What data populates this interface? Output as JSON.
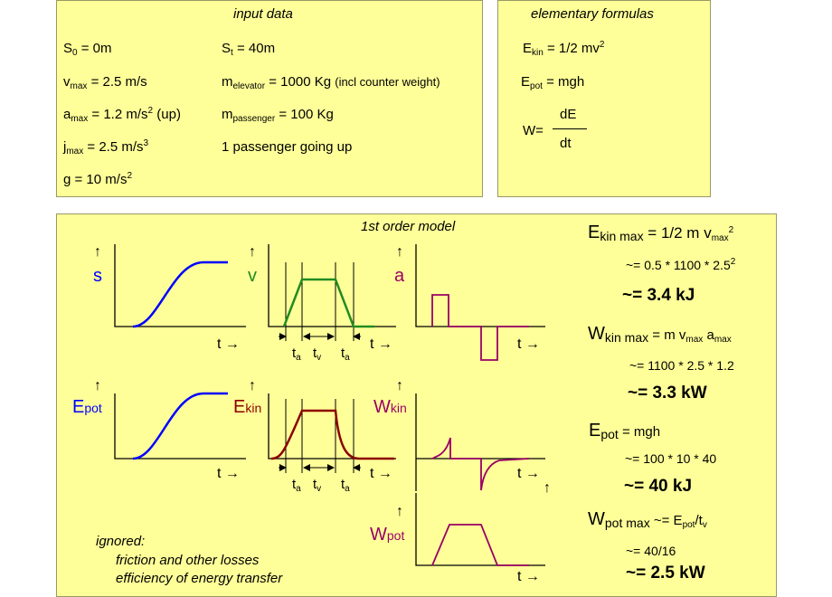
{
  "input_box": {
    "title": "input data",
    "s0": "S",
    "s0_sub": "0",
    "s0_val": " = 0m",
    "st": "S",
    "st_sub": "t",
    "st_val": " = 40m",
    "vmax": "v",
    "vmax_sub": "max",
    "vmax_val": " =  2.5 m/s",
    "melev": "m",
    "melev_sub": "elevator",
    "melev_val": " = 1000 Kg ",
    "melev_note": "(incl counter weight)",
    "amax": "a",
    "amax_sub": "max",
    "amax_val": " = 1.2 m/s",
    "amax_sup": "2",
    "amax_note": " (up)",
    "mpass": "m",
    "mpass_sub": "passenger",
    "mpass_val": " = 100 Kg",
    "jmax": "j",
    "jmax_sub": "max",
    "jmax_val": " = 2.5 m/s",
    "jmax_sup": "3",
    "passenger_note": "1 passenger going up",
    "g": "g = 10 m/s",
    "g_sup": "2"
  },
  "formula_box": {
    "title": "elementary formulas",
    "ekin": "E",
    "ekin_sub": "kin",
    "ekin_val": " = 1/2 mv",
    "ekin_sup": "2",
    "epot": "E",
    "epot_sub": "pot",
    "epot_val": " = mgh",
    "w": "W=",
    "num": "dE",
    "den": "dt"
  },
  "model_box": {
    "title": "1st order model",
    "ignored_title": "ignored:",
    "ignored_1": "friction and other losses",
    "ignored_2": "efficiency of energy transfer"
  },
  "graph_labels": {
    "s": "s",
    "v": "v",
    "a": "a",
    "epot": "E",
    "epot_sub": "pot",
    "ekin": "E",
    "ekin_sub": "kin",
    "wkin": "W",
    "wkin_sub": "kin",
    "wpot": "W",
    "wpot_sub": "pot",
    "time": "t",
    "arrow": "→",
    "up": "↑",
    "ta": "t",
    "ta_sub": "a",
    "tv": "t",
    "tv_sub": "v"
  },
  "results": {
    "ekinmax": "E",
    "ekinmax_sub": "kin max",
    "ekinmax_val": " = 1/2 m v",
    "ekinmax_vsub": "max",
    "ekinmax_sup": "2",
    "ekin_calc": "~= 0.5 * 1100 * 2.5",
    "ekin_calc_sup": "2",
    "ekin_res": "~= 3.4 kJ",
    "wkinmax": "W",
    "wkinmax_sub": "kin max",
    "wkinmax_eq": " = m v",
    "wkinmax_vsub": "max",
    "wkinmax_a": " a",
    "wkinmax_asub": "max",
    "wkin_calc": "~= 1100 * 2.5 * 1.2",
    "wkin_res": "~= 3.3 kW",
    "epot": "E",
    "epot_sub": "pot",
    "epot_val": " = mgh",
    "epot_calc": "~= 100 * 10 * 40",
    "epot_res": "~= 40 kJ",
    "wpotmax": "W",
    "wpotmax_sub": "pot max",
    "wpotmax_eq": " ~= E",
    "wpotmax_esub": "pot",
    "wpotmax_slash": "/t",
    "wpotmax_tsub": "v",
    "wpot_calc": "~= 40/16",
    "wpot_res": "~= 2.5 kW"
  },
  "colors": {
    "box": "#ffff99",
    "s_curve": "#0000ff",
    "v_curve": "#228b22",
    "purple": "#990066",
    "ekin_curve": "#8b0000"
  }
}
